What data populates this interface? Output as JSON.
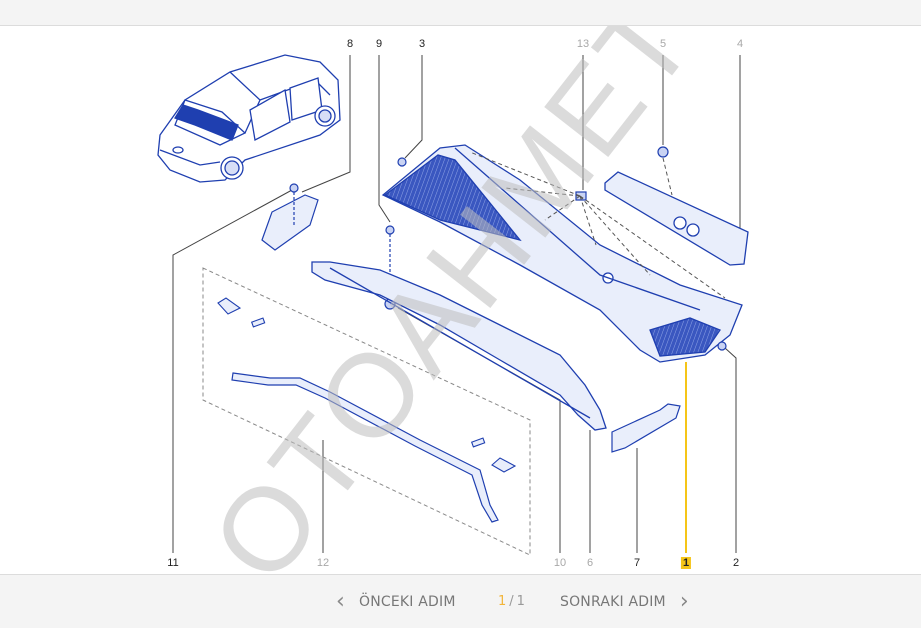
{
  "diagram": {
    "watermark": "OTOAHMET",
    "colors": {
      "part_stroke": "#1f3fb0",
      "part_fill": "#e9eefb",
      "grille_fill": "#3a57c0",
      "leader_line": "#333333",
      "highlight": "#f5c518",
      "watermark": "#cfcfcf"
    },
    "callouts_top": [
      {
        "label": "8",
        "state": "active"
      },
      {
        "label": "9",
        "state": "active"
      },
      {
        "label": "3",
        "state": "active"
      },
      {
        "label": "13",
        "state": "inactive"
      },
      {
        "label": "5",
        "state": "inactive"
      },
      {
        "label": "4",
        "state": "inactive"
      }
    ],
    "callouts_bottom": [
      {
        "label": "11",
        "state": "active"
      },
      {
        "label": "12",
        "state": "inactive"
      },
      {
        "label": "10",
        "state": "inactive"
      },
      {
        "label": "6",
        "state": "inactive"
      },
      {
        "label": "7",
        "state": "active"
      },
      {
        "label": "1",
        "state": "selected"
      },
      {
        "label": "2",
        "state": "active"
      }
    ]
  },
  "navigation": {
    "prev_label": "ÖNCEKI ADIM",
    "next_label": "SONRAKI ADIM",
    "prev_icon": "chevron-left-icon",
    "next_icon": "chevron-right-icon",
    "current_page": "1",
    "separator": "/",
    "total_pages": "1"
  }
}
